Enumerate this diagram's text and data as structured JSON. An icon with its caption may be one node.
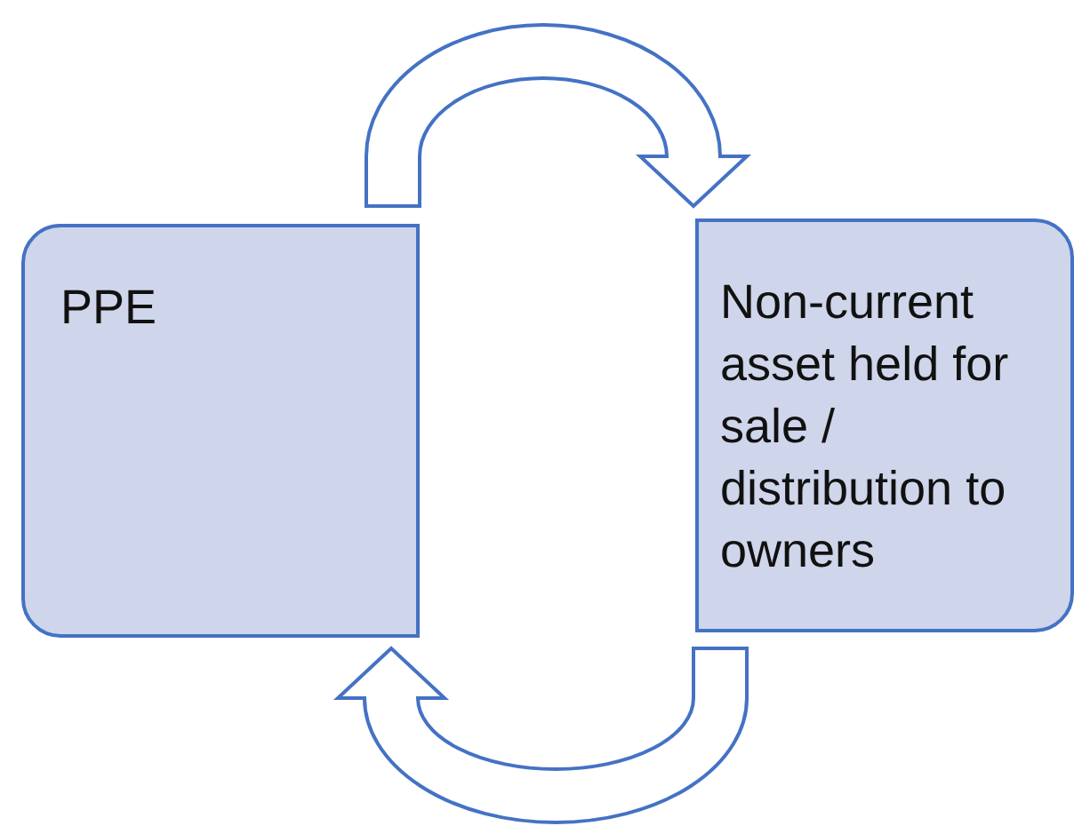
{
  "diagram": {
    "nodes": [
      {
        "text": [
          "PPE"
        ]
      },
      {
        "text": [
          "Non-current asset held for sale / distribution to owners"
        ]
      }
    ],
    "edges": [
      {
        "from": 0,
        "to": 1,
        "arrow": "to"
      },
      {
        "from": 1,
        "to": 0,
        "arrow": "to"
      }
    ]
  }
}
